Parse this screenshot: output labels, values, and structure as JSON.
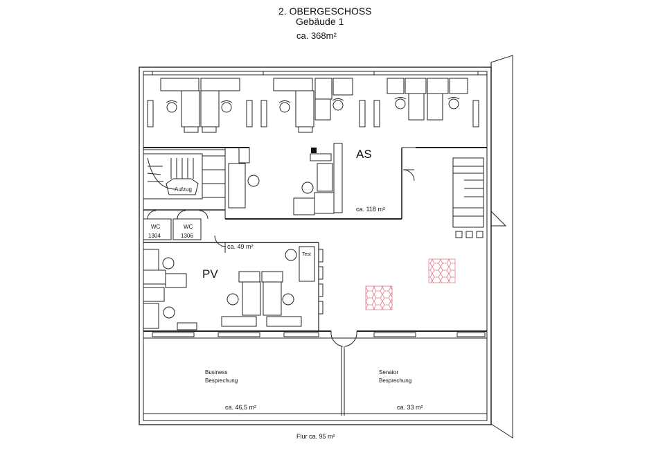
{
  "header": {
    "title": "2. OBERGESCHOSS",
    "building": "Gebäude 1",
    "total_area": "ca. 368m²"
  },
  "rooms": {
    "as": {
      "label": "AS",
      "area": "ca. 118 m²"
    },
    "pv": {
      "label": "PV",
      "area": "ca. 49 m²"
    },
    "business": {
      "label_line1": "Business",
      "label_line2": "Besprechung",
      "area": "ca. 46,5 m²"
    },
    "senator": {
      "label_line1": "Senator",
      "label_line2": "Besprechung",
      "area": "ca. 33 m²"
    },
    "wc1": {
      "label": "WC",
      "number": "1304"
    },
    "wc2": {
      "label": "WC",
      "number": "1306"
    },
    "elevator": {
      "label": "Aufzug"
    },
    "test": {
      "label": "Test"
    }
  },
  "footer": {
    "corridor": "Flur ca. 95 m²"
  },
  "colors": {
    "lines": "#222222",
    "accent_pattern": "#e07a8a"
  }
}
